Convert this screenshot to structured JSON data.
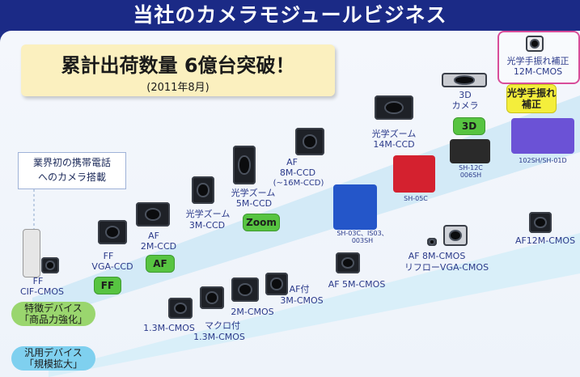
{
  "header": {
    "title": "当社のカメラモジュールビジネス"
  },
  "headline": {
    "main": "累計出荷数量 6億台突破！",
    "sub": "(2011年8月)"
  },
  "first_phone_note": {
    "line1": "業界初の携帯電話",
    "line2": "へのカメラ搭載"
  },
  "upper_track": [
    {
      "line1": "FF",
      "line2": "CIF-CMOS"
    },
    {
      "line1": "FF",
      "line2": "VGA-CCD"
    },
    {
      "line1": "AF",
      "line2": "2M-CCD"
    },
    {
      "line1": "光学ズーム",
      "line2": "3M-CCD"
    },
    {
      "line1": "光学ズーム",
      "line2": "5M-CCD"
    },
    {
      "line1": "AF",
      "line2": "8M-CCD",
      "line3": "(~16M-CCD)"
    },
    {
      "line1": "光学ズーム",
      "line2": "14M-CCD"
    },
    {
      "line1": "3D",
      "line2": "カメラ"
    },
    {
      "line1": "光学手振れ補正",
      "line2": "12M-CMOS"
    }
  ],
  "badges": {
    "ff": "FF",
    "af": "AF",
    "zoom": "Zoom",
    "three_d": "3D",
    "ois_line1": "光学手振れ",
    "ois_line2": "補正"
  },
  "lower_track": [
    {
      "line1": "1.3M-CMOS"
    },
    {
      "line1": "マクロ付",
      "line2": "1.3M-CMOS"
    },
    {
      "line1": "2M-CMOS"
    },
    {
      "line1": "AF付",
      "line2": "3M-CMOS"
    },
    {
      "line1": "AF 5M-CMOS"
    },
    {
      "line1": "AF 8M-CMOS",
      "line2": "リフローVGA-CMOS"
    },
    {
      "line1": "AF12M-CMOS"
    }
  ],
  "phones": {
    "sh03c_group": "SH-03C、IS03、",
    "sh03c_group2": "003SH",
    "sh05c": "SH-05C",
    "sh12c": "SH-12C",
    "sh12c_2": "006SH",
    "sh01d": "102SH/SH-01D"
  },
  "categories": {
    "special_line1": "特徴デバイス",
    "special_line2": "「商品力強化」",
    "general_line1": "汎用デバイス",
    "general_line2": "「規模拡大」"
  },
  "colors": {
    "header_bg": "#1b2a86",
    "band": "#cde9f6",
    "green_badge": "#57c441",
    "yellow_badge": "#f4ee3b"
  }
}
